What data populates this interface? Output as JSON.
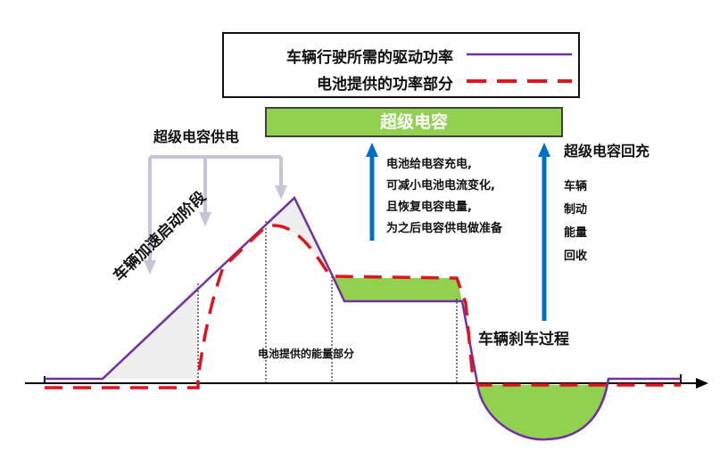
{
  "legend": {
    "demand_label": "车辆行驶所需的驱动功率",
    "battery_label": "电池提供的功率部分",
    "demand_color": "#7030a0",
    "battery_color": "#e0141e"
  },
  "capacitor": {
    "label": "超级电容",
    "color": "#92d050"
  },
  "labels": {
    "supercap_supply": "超级电容供电",
    "acceleration_phase": "车辆加速启动阶段",
    "battery_energy": "电池提供的能量部分",
    "braking_process": "车辆刹车过程",
    "supercap_recovery": "超级电容回充",
    "charge_note": "电池给电容充电,\n可减小电池电流变化,\n且恢复电容电量,\n为之后电容供电做准备",
    "braking_energy_recovery": "车辆\n制动\n能量\n回收"
  },
  "colors": {
    "arrow_blue": "#0070c0",
    "supply_arrow": "#c8c4d8",
    "shaded_fill": "#eeeeee",
    "axis": "#000000"
  }
}
